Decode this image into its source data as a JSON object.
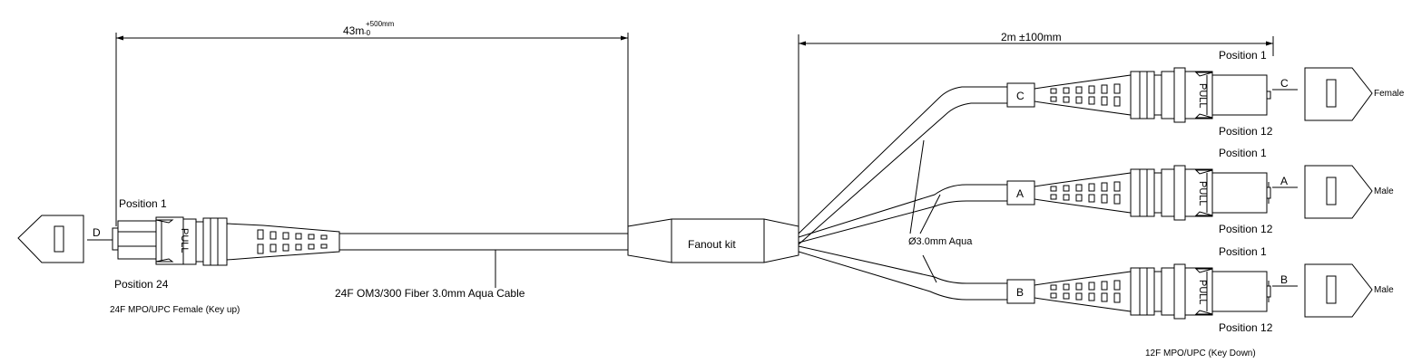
{
  "dimensions": {
    "trunk_length": "43m",
    "trunk_tolerance_minus": "-0",
    "trunk_tolerance_plus": "+500mm",
    "fanout_length": "2m ±100mm"
  },
  "left_connector": {
    "position_top": "Position 1",
    "position_bottom": "Position  24",
    "pull_label": "PULL",
    "key_letter": "D",
    "description": "24F MPO/UPC Female (Key up)"
  },
  "cable": {
    "label": "24F OM3/300 Fiber 3.0mm Aqua  Cable"
  },
  "fanout": {
    "label": "Fanout kit",
    "leg_label": "Ø3.0mm Aqua"
  },
  "right_connectors": [
    {
      "id": "C",
      "position_top": "Position 1",
      "position_bottom": "Position 12",
      "pull_label": "PULL",
      "key_letter": "C",
      "gender": "Female"
    },
    {
      "id": "A",
      "position_top": "Position 1",
      "position_bottom": "Position 12",
      "pull_label": "PULL",
      "key_letter": "A",
      "gender": "Male"
    },
    {
      "id": "B",
      "position_top": "Position 1",
      "position_bottom": "Position 12",
      "pull_label": "PULL",
      "key_letter": "B",
      "gender": "Male"
    }
  ],
  "right_description": "12F MPO/UPC  (Key Down)"
}
